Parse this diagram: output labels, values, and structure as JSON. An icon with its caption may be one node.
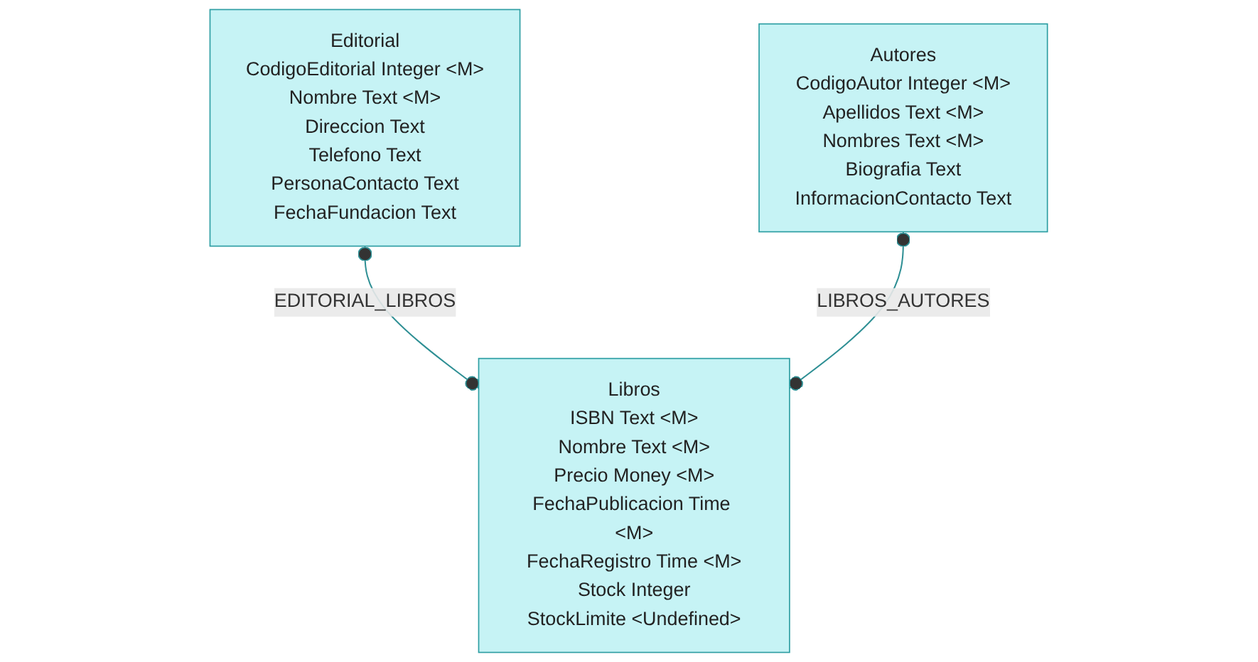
{
  "diagram": {
    "nodes": [
      {
        "text": [
          "Editorial",
          "CodigoEditorial Integer <M>",
          "Nombre Text <M>",
          "Direccion Text",
          "Telefono Text",
          "PersonaContacto Text",
          "FechaFundacion Text"
        ]
      },
      {
        "text": [
          "Autores",
          "CodigoAutor Integer <M>",
          "Apellidos Text <M>",
          "Nombres Text <M>",
          "Biografia Text",
          "InformacionContacto Text"
        ]
      },
      {
        "text": [
          "Libros",
          "ISBN Text <M>",
          "Nombre Text <M>",
          "Precio Money <M>",
          "FechaPublicacion Time <M>",
          "FechaRegistro Time <M>",
          "Stock Integer",
          "StockLimite <Undefined>"
        ]
      }
    ],
    "edges": [
      {
        "from": 0,
        "to": 2,
        "arrow": "other",
        "label": "EDITORIAL_LIBROS"
      },
      {
        "from": 1,
        "to": 2,
        "arrow": "other",
        "label": "LIBROS_AUTORES"
      }
    ]
  }
}
